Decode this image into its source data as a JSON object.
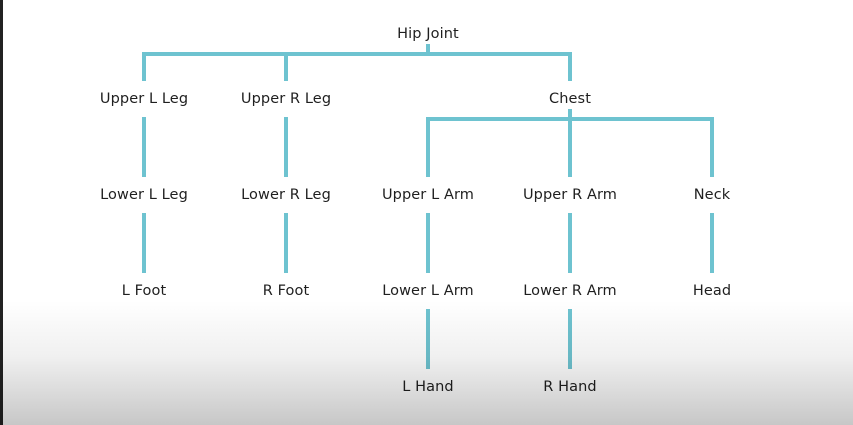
{
  "diagram": {
    "line_color": "#6ec3d0",
    "nodes": {
      "hip_joint": "Hip Joint",
      "upper_l_leg": "Upper L Leg",
      "upper_r_leg": "Upper R Leg",
      "chest": "Chest",
      "lower_l_leg": "Lower L Leg",
      "lower_r_leg": "Lower R Leg",
      "upper_l_arm": "Upper L Arm",
      "upper_r_arm": "Upper R Arm",
      "neck": "Neck",
      "l_foot": "L Foot",
      "r_foot": "R Foot",
      "lower_l_arm": "Lower L Arm",
      "lower_r_arm": "Lower R Arm",
      "head": "Head",
      "l_hand": "L Hand",
      "r_hand": "R Hand"
    },
    "edges": [
      [
        "hip_joint",
        "upper_l_leg"
      ],
      [
        "hip_joint",
        "upper_r_leg"
      ],
      [
        "hip_joint",
        "chest"
      ],
      [
        "upper_l_leg",
        "lower_l_leg"
      ],
      [
        "upper_r_leg",
        "lower_r_leg"
      ],
      [
        "lower_l_leg",
        "l_foot"
      ],
      [
        "lower_r_leg",
        "r_foot"
      ],
      [
        "chest",
        "upper_l_arm"
      ],
      [
        "chest",
        "upper_r_arm"
      ],
      [
        "chest",
        "neck"
      ],
      [
        "upper_l_arm",
        "lower_l_arm"
      ],
      [
        "upper_r_arm",
        "lower_r_arm"
      ],
      [
        "neck",
        "head"
      ],
      [
        "lower_l_arm",
        "l_hand"
      ],
      [
        "lower_r_arm",
        "r_hand"
      ]
    ]
  }
}
